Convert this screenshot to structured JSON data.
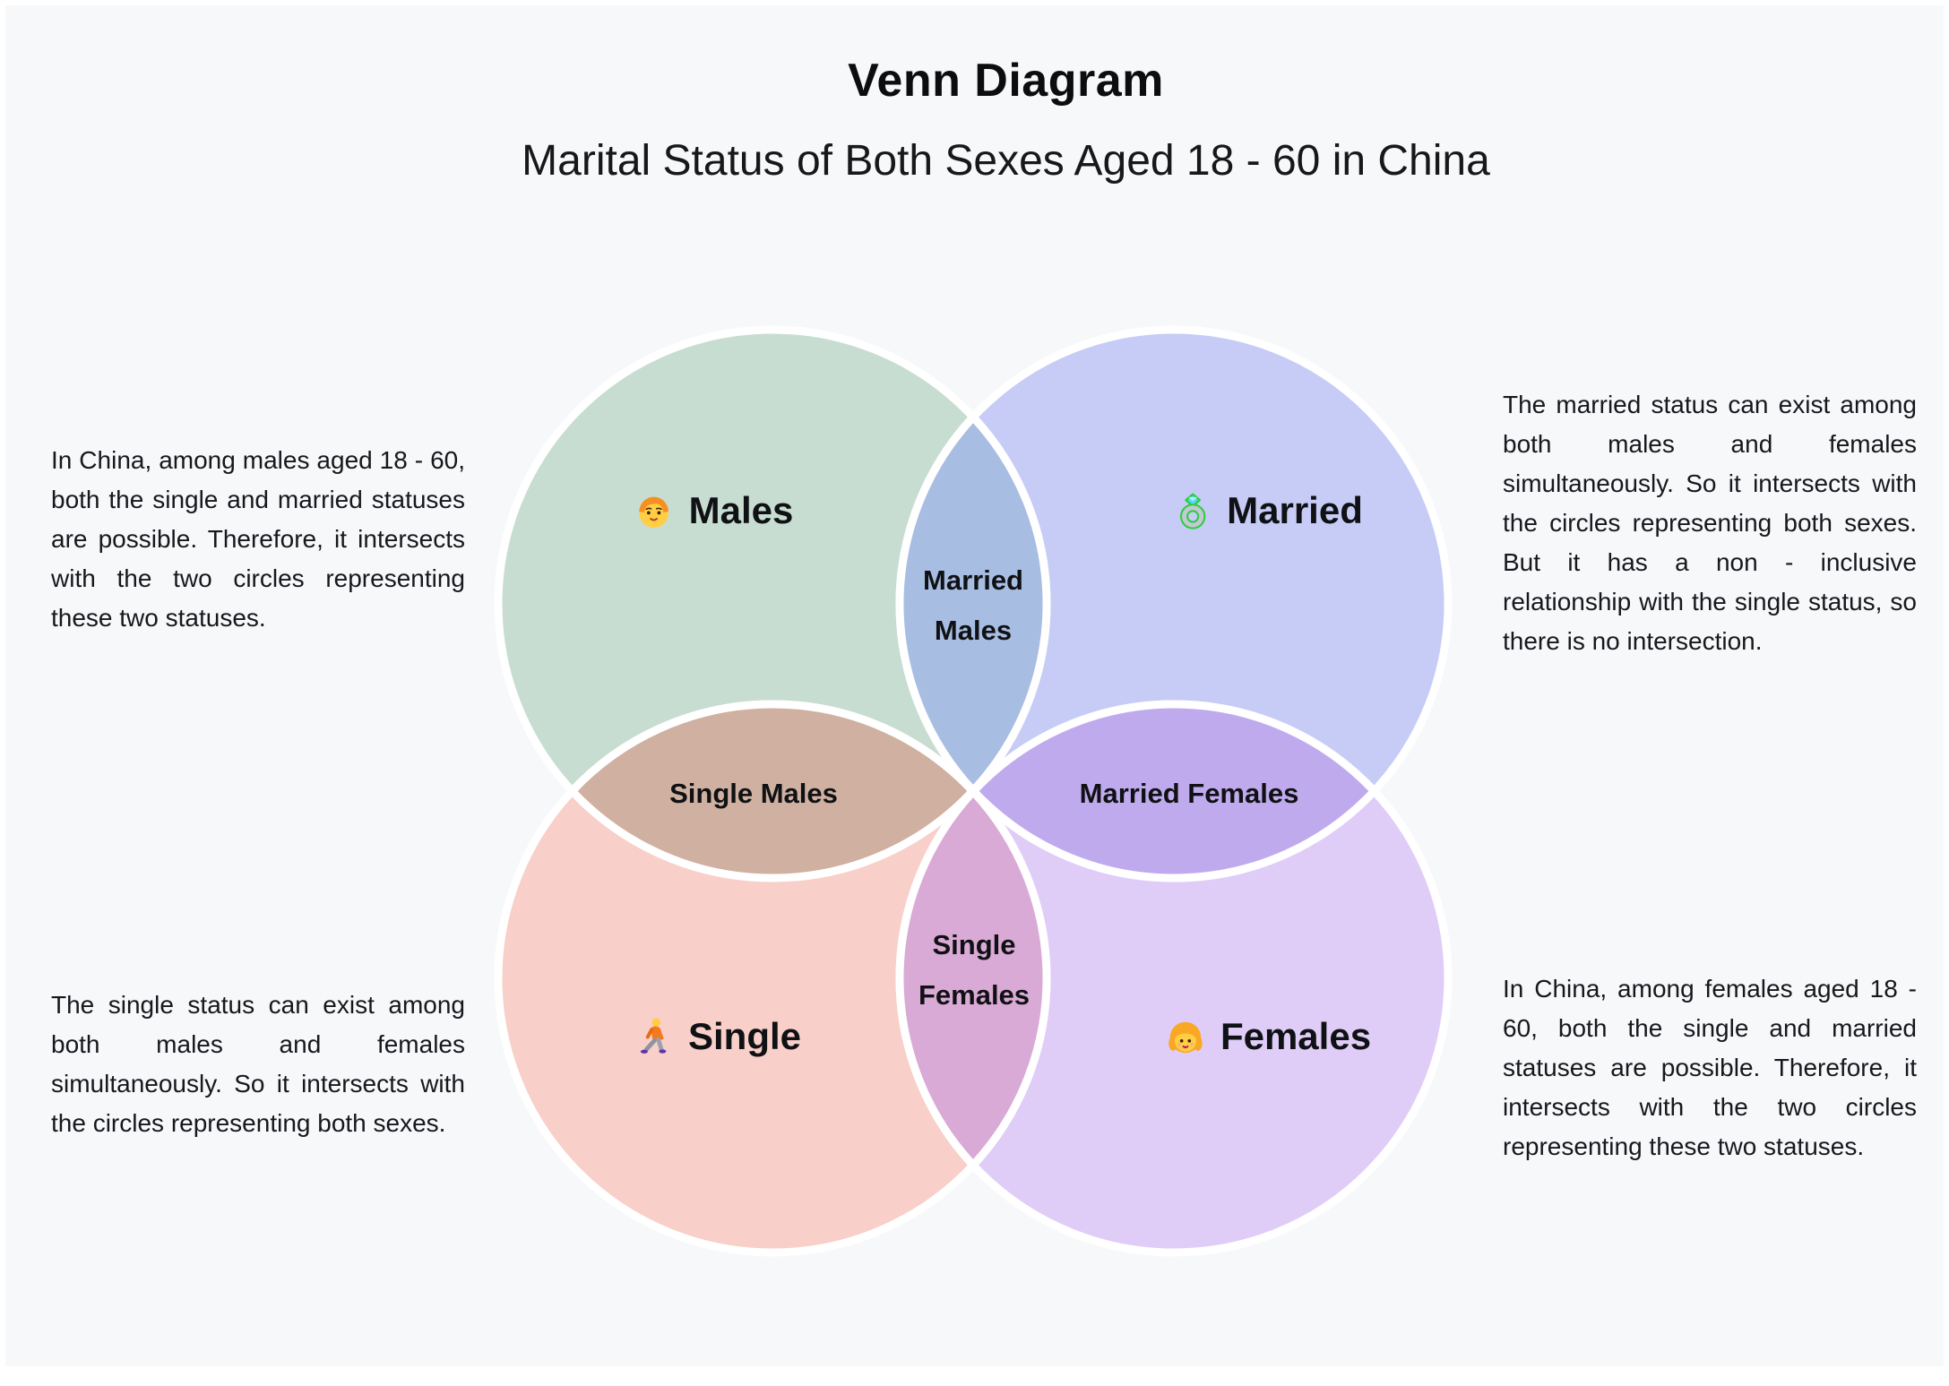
{
  "header": {
    "title": "Venn Diagram",
    "subtitle": "Marital Status of Both Sexes Aged 18 - 60 in China"
  },
  "venn": {
    "sets": [
      {
        "id": "males",
        "label": "Males",
        "icon": "boy-emoji",
        "color": "#c8ddd1"
      },
      {
        "id": "married",
        "label": "Married",
        "icon": "ring-emoji",
        "color": "#c6ccf6"
      },
      {
        "id": "single",
        "label": "Single",
        "icon": "walking-person-emoji",
        "color": "#f8cfc9"
      },
      {
        "id": "females",
        "label": "Females",
        "icon": "girl-emoji",
        "color": "#dfcdf8"
      }
    ],
    "intersections": [
      {
        "id": "married-males",
        "label": "Married Males",
        "lines": [
          "Married",
          "Males"
        ],
        "color": "#a8bde2"
      },
      {
        "id": "single-males",
        "label": "Single Males",
        "color": "#cfb0a1"
      },
      {
        "id": "married-females",
        "label": "Married Females",
        "color": "#c0aaee"
      },
      {
        "id": "single-females",
        "label": "Single Females",
        "lines": [
          "Single",
          "Females"
        ],
        "color": "#d9aad5"
      }
    ]
  },
  "annotations": {
    "males": "In China, among males aged 18 - 60, both the single and married statuses are possible. Therefore, it intersects with the two circles representing these two statuses.",
    "married": "The married status can exist among both males and females simultaneously. So it intersects with the circles representing both sexes. But it has a non - inclusive relationship with the single status, so there is no intersection.",
    "single": "The single status can exist among both males and females simultaneously. So it intersects with the circles representing both sexes.",
    "females": "In China, among females aged 18 - 60, both the single and married statuses are possible. Therefore, it intersects with the two circles representing these two statuses."
  },
  "colors": {
    "background": "#f7f8fa",
    "outline": "#ffffff",
    "text": "#16181c"
  }
}
